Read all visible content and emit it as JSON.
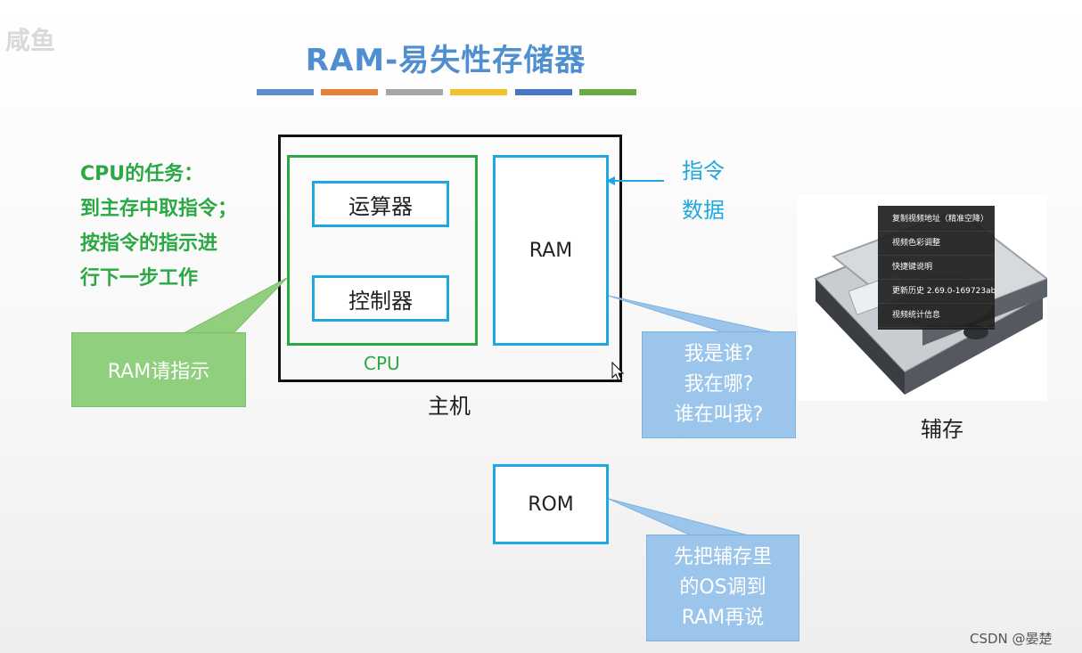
{
  "slide": {
    "title": "RAM-易失性存储器",
    "title_bar_colors": [
      "#5b8fd0",
      "#e9803a",
      "#a6a6a6",
      "#f3c12b",
      "#4a74c4",
      "#6aab45"
    ],
    "corner_logo": "咸鱼"
  },
  "host": {
    "label": "主机",
    "cpu_label": "CPU",
    "alu_label": "运算器",
    "control_label": "控制器",
    "ram_label": "RAM",
    "rom_label": "ROM"
  },
  "cpu_task": {
    "line1": "CPU的任务：",
    "line2": "到主存中取指令；",
    "line3": "按指令的指示进",
    "line4": "行下一步工作"
  },
  "instruction_labels": {
    "line1": "指令",
    "line2": "数据"
  },
  "callouts": {
    "green": "RAM请指示",
    "blue1": {
      "line1": "我是谁?",
      "line2": "我在哪?",
      "line3": "谁在叫我?"
    },
    "blue2": {
      "line1": "先把辅存里",
      "line2": "的OS调到",
      "line3": "RAM再说"
    }
  },
  "secondary_storage": {
    "label": "辅存",
    "context_menu": [
      "复制视频地址（精准空降）",
      "视频色彩调整",
      "快捷键说明",
      "更新历史 2.69.0-169723ab",
      "视频统计信息"
    ]
  },
  "watermark": "CSDN @晏楚",
  "colors": {
    "title": "#4f8fd0",
    "cpu_green": "#2aa843",
    "component_blue": "#1fa8e0",
    "callout_green": "#8fcf7e",
    "callout_blue": "#9bc5ea"
  }
}
